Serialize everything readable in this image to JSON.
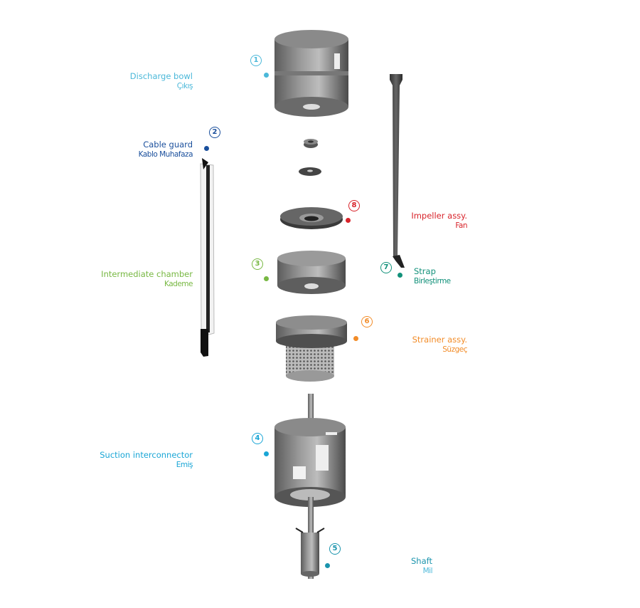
{
  "diagram": {
    "callouts": [
      {
        "number": "1",
        "label_en": "Discharge bowl",
        "label_tr": "Çıkış",
        "color": "#4bb8d9"
      },
      {
        "number": "2",
        "label_en": "Cable guard",
        "label_tr": "Kablo Muhafaza",
        "color": "#1a4f9c"
      },
      {
        "number": "3",
        "label_en": "Intermediate chamber",
        "label_tr": "Kademe",
        "color": "#78b843"
      },
      {
        "number": "4",
        "label_en": "Suction interconnector",
        "label_tr": "Emiş",
        "color": "#1aa6d6"
      },
      {
        "number": "5",
        "label_en": "Shaft",
        "label_tr": "Mil",
        "color": "#1a94ad"
      },
      {
        "number": "6",
        "label_en": "Strainer assy.",
        "label_tr": "Süzgeç",
        "color": "#f28c28"
      },
      {
        "number": "7",
        "label_en": "Strap",
        "label_tr": "Birleştirme",
        "color": "#12917a"
      },
      {
        "number": "8",
        "label_en": "Impeller assy.",
        "label_tr": "Fan",
        "color": "#d8232a"
      }
    ]
  }
}
